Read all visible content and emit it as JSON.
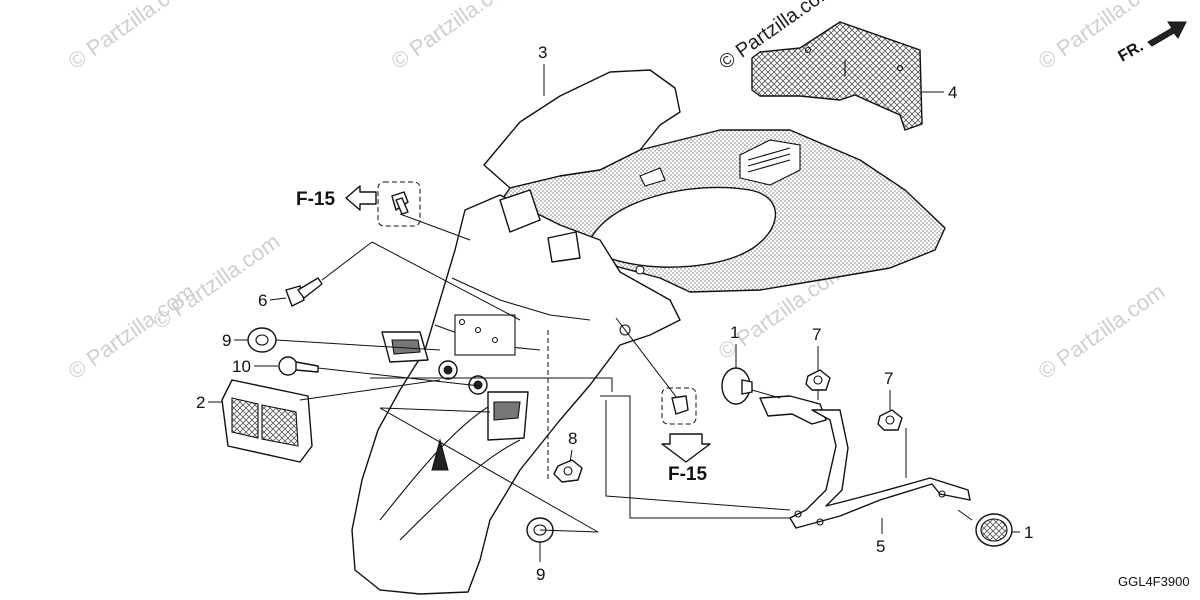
{
  "watermarks": [
    "© Partzilla.com",
    "© Partzilla.com",
    "© Partzilla.com",
    "© Partzilla.com",
    "© Partzilla.com",
    "© Partzilla.com",
    "© Partzilla.com",
    "© Partzilla.com"
  ],
  "front_indicator": "FR.",
  "ref_labels": [
    "F-15",
    "F-15"
  ],
  "diagram_code": "GGL4F3900",
  "callouts": [
    "1",
    "1",
    "2",
    "3",
    "4",
    "5",
    "6",
    "7",
    "7",
    "8",
    "9",
    "9",
    "10"
  ]
}
